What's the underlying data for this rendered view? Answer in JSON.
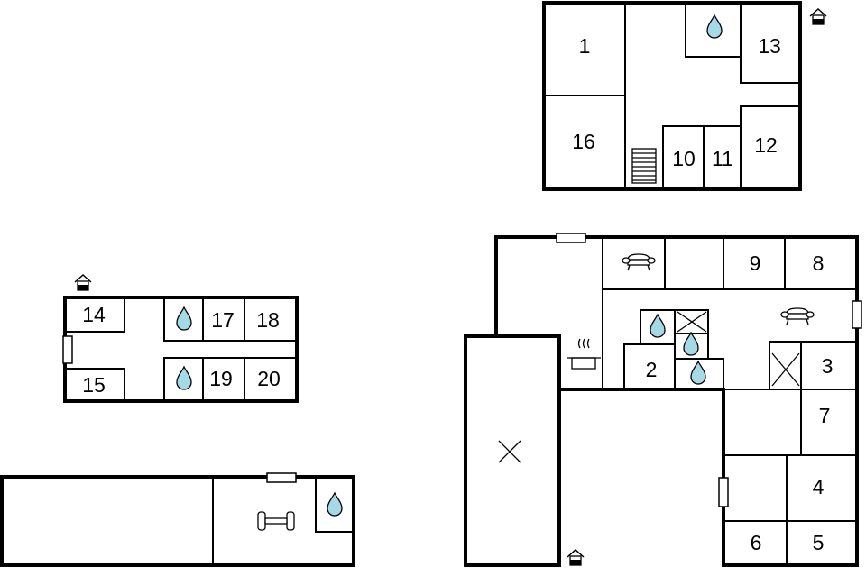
{
  "rooms": {
    "r1": "1",
    "r2": "2",
    "r3": "3",
    "r4": "4",
    "r5": "5",
    "r6": "6",
    "r7": "7",
    "r8": "8",
    "r9": "9",
    "r10": "10",
    "r11": "11",
    "r12": "12",
    "r13": "13",
    "r14": "14",
    "r15": "15",
    "r16": "16",
    "r17": "17",
    "r18": "18",
    "r19": "19",
    "r20": "20"
  },
  "icons": {
    "bathroom": "water-drop-icon",
    "living": "sofa-icon",
    "kitchen": "cooking-pot-icon",
    "entrance": "entrance-house-icon",
    "gym": "dumbbell-icon",
    "void": "cross-icon",
    "stairs": "stairs-icon"
  },
  "colors": {
    "walls": "#000000",
    "water": "#a5d9e6",
    "background": "#ffffff"
  }
}
